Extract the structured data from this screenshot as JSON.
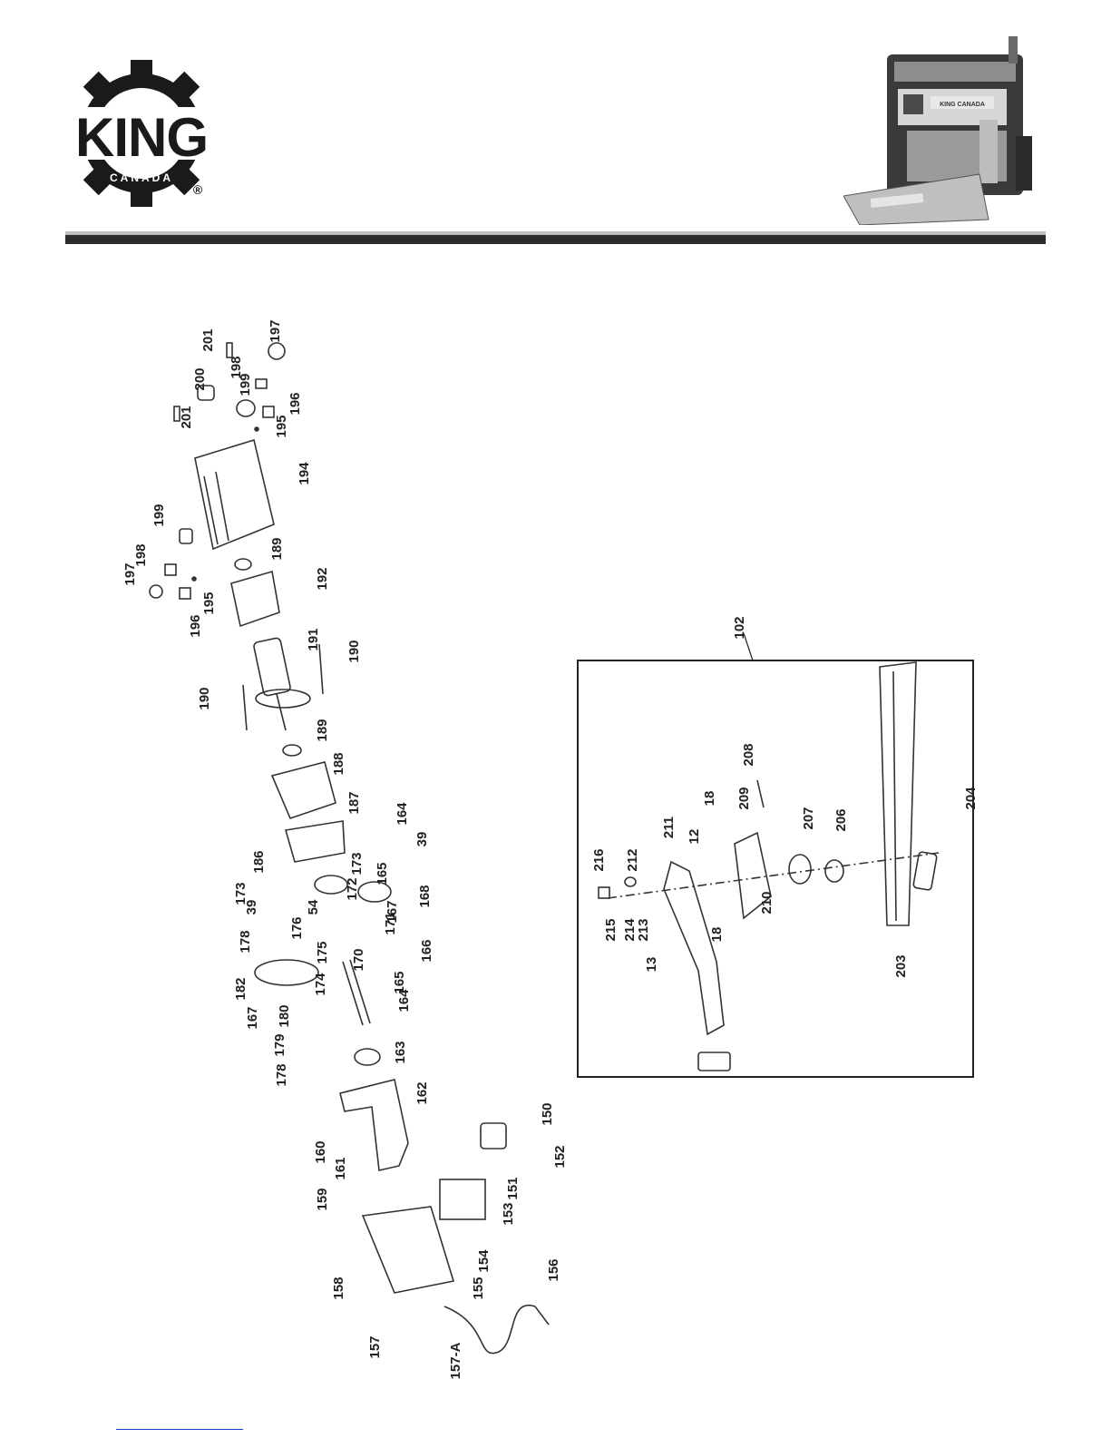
{
  "brand": {
    "logo_text": "KING",
    "logo_subtext": "CANADA",
    "registered_mark": "®"
  },
  "product_panel_text": "KING CANADA",
  "box_label": "102",
  "part_labels": {
    "motor": [
      "201",
      "197",
      "200",
      "199",
      "198",
      "201",
      "195",
      "196",
      "194",
      "199",
      "198",
      "197",
      "189",
      "196",
      "195",
      "192",
      "191",
      "190",
      "190",
      "189",
      "188",
      "187",
      "186",
      "164",
      "173",
      "39",
      "173",
      "165",
      "172",
      "168",
      "39",
      "54",
      "178",
      "176",
      "171",
      "167",
      "175",
      "170",
      "166",
      "174",
      "182",
      "165",
      "164",
      "167",
      "180",
      "179",
      "178",
      "163",
      "162",
      "160",
      "161",
      "159",
      "150",
      "152",
      "151",
      "153",
      "154",
      "158",
      "155",
      "156",
      "157",
      "157-A"
    ],
    "pedal_assembly": [
      "208",
      "18",
      "216",
      "212",
      "211",
      "12",
      "209",
      "207",
      "206",
      "204",
      "210",
      "215",
      "214",
      "213",
      "13",
      "18",
      "203"
    ]
  },
  "colors": {
    "ink": "#222222",
    "rule_dark": "#2b2b2b",
    "rule_light": "#bdbdbd",
    "link": "#1a3ccc"
  }
}
